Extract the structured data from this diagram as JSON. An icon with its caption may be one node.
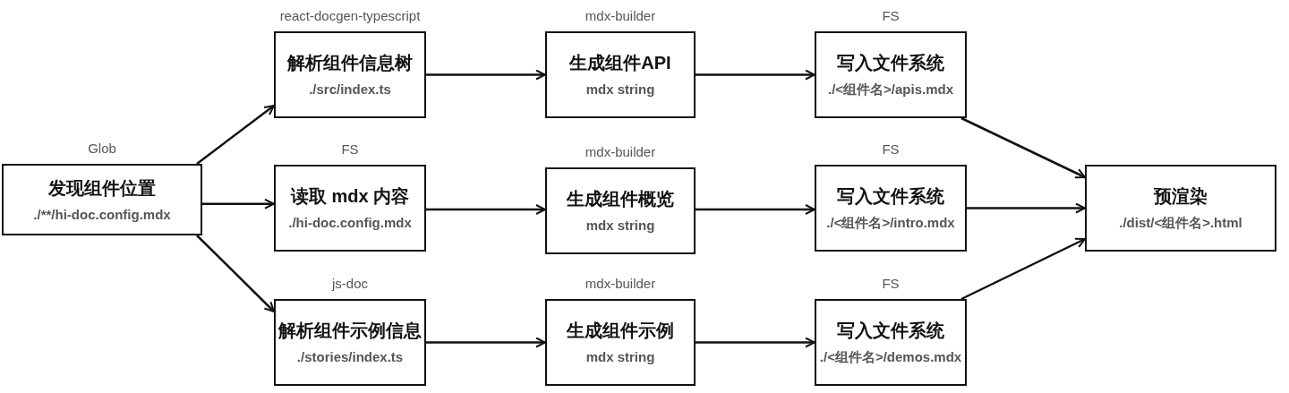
{
  "diagram": {
    "nodes": [
      {
        "text": [
          "发现组件位置",
          "./**/hi-doc.config.mdx"
        ],
        "beside": [
          "Glob"
        ]
      },
      {
        "text": [
          "解析组件信息树",
          "./src/index.ts"
        ],
        "beside": [
          "react-docgen-typescript"
        ]
      },
      {
        "text": [
          "生成组件API",
          "mdx string"
        ],
        "beside": [
          "mdx-builder"
        ]
      },
      {
        "text": [
          "写入文件系统",
          "./<组件名>/apis.mdx"
        ],
        "beside": [
          "FS"
        ]
      },
      {
        "text": [
          "读取 mdx 内容",
          "./hi-doc.config.mdx"
        ],
        "beside": [
          "FS"
        ]
      },
      {
        "text": [
          "生成组件概览",
          "mdx string"
        ],
        "beside": [
          "mdx-builder"
        ]
      },
      {
        "text": [
          "写入文件系统",
          "./<组件名>/intro.mdx"
        ],
        "beside": [
          "FS"
        ]
      },
      {
        "text": [
          "预渲染",
          "./dist/<组件名>.html"
        ]
      },
      {
        "text": [
          "解析组件示例信息",
          "./stories/index.ts"
        ],
        "beside": [
          "js-doc"
        ]
      },
      {
        "text": [
          "生成组件示例",
          "mdx string"
        ],
        "beside": [
          "mdx-builder"
        ]
      },
      {
        "text": [
          "写入文件系统",
          "./<组件名>/demos.mdx"
        ],
        "beside": [
          "FS"
        ]
      }
    ],
    "edges": [
      {
        "from": 0,
        "to": 1,
        "arrow": "to"
      },
      {
        "from": 0,
        "to": 4,
        "arrow": "to"
      },
      {
        "from": 0,
        "to": 8,
        "arrow": "to"
      },
      {
        "from": 1,
        "to": 2,
        "arrow": "to"
      },
      {
        "from": 2,
        "to": 3,
        "arrow": "to"
      },
      {
        "from": 3,
        "to": 7,
        "arrow": "to"
      },
      {
        "from": 4,
        "to": 5,
        "arrow": "to"
      },
      {
        "from": 5,
        "to": 6,
        "arrow": "to"
      },
      {
        "from": 6,
        "to": 7,
        "arrow": "to"
      },
      {
        "from": 8,
        "to": 9,
        "arrow": "to"
      },
      {
        "from": 9,
        "to": 10,
        "arrow": "to"
      },
      {
        "from": 10,
        "to": 7,
        "arrow": "to"
      }
    ]
  }
}
